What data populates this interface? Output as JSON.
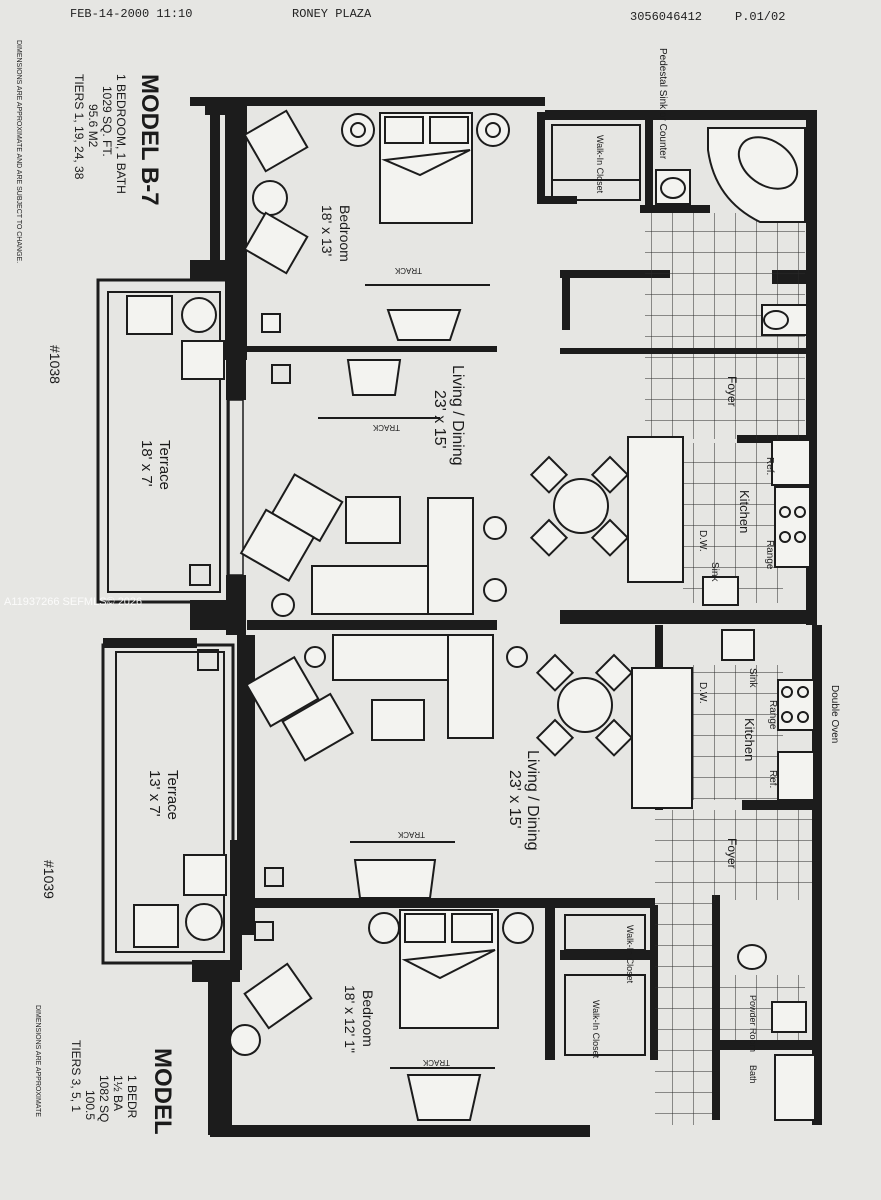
{
  "fax_header": {
    "date_time": "FEB-14-2000  11:10",
    "sender": "RONEY PLAZA",
    "phone": "3056046412",
    "page": "P.01/02"
  },
  "watermark": "A11937266  SEFMLS© 2026",
  "upper_unit": {
    "model_title": "MODEL B-7",
    "specs": [
      "1 BEDROOM, 1 BATH",
      "1029 SQ. FT.",
      "95.6 M2",
      "TIERS 1, 19, 24, 38"
    ],
    "disclaimer": "DIMENSIONS ARE APPROXIMATE AND ARE SUBJECT TO CHANGE.",
    "unit_number": "#1038",
    "rooms": {
      "bedroom_name": "Bedroom",
      "bedroom_size": "18' x 13'",
      "living_name": "Living / Dining",
      "living_size": "23' x 15'",
      "terrace_name": "Terrace",
      "terrace_size": "18' x 7'",
      "kitchen": "Kitchen",
      "foyer": "Foyer",
      "walk_in_closet": "Walk-In Closet",
      "pedestal_sink": "Pedestal Sink or Counter"
    },
    "appliances": [
      "Ref.",
      "Range",
      "D.W.",
      "Sink"
    ],
    "track": "TRACK"
  },
  "lower_unit": {
    "model_title": "MODEL",
    "specs": [
      "1 BEDR",
      "1½ BA",
      "1082 SQ",
      "100.5",
      "TIERS 3, 5, 1"
    ],
    "disclaimer": "DIMENSIONS ARE APPROXIMATE",
    "unit_number": "#1039",
    "rooms": {
      "bedroom_name": "Bedroom",
      "bedroom_size": "18' x 12' 1\"",
      "living_name": "Living / Dining",
      "living_size": "23' x 15'",
      "terrace_name": "Terrace",
      "terrace_size": "13' x 7'",
      "kitchen": "Kitchen",
      "foyer": "Foyer",
      "walk_in_closet_1": "Walk-In Closet",
      "walk_in_closet_2": "Walk-In Closet",
      "powder_room": "Powder Room",
      "bath": "Bath",
      "double_oven": "Double Oven"
    },
    "appliances": [
      "Ref.",
      "Range",
      "D.W.",
      "Sink"
    ],
    "track": "TRACK"
  }
}
